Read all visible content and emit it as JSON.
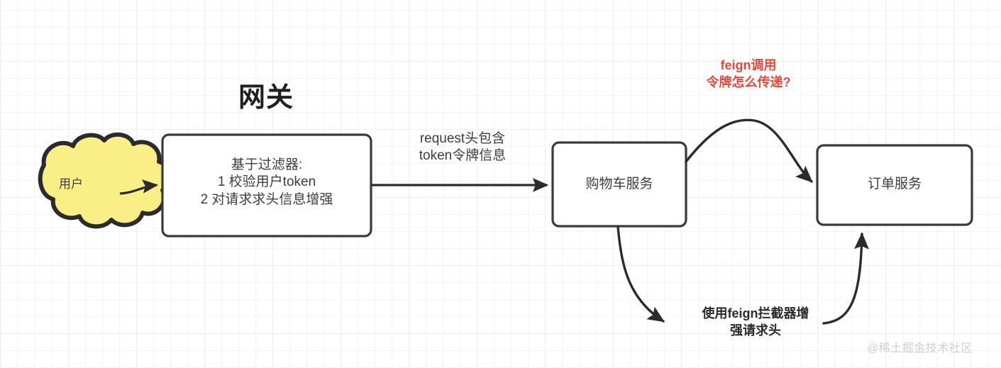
{
  "diagram": {
    "title_gateway": "网关",
    "nodes": {
      "user_cloud": "用户",
      "gateway_box": "基于过滤器:\n1 校验用户token\n2 对请求求头信息增强",
      "cart_service": "购物车服务",
      "order_service": "订单服务"
    },
    "edge_labels": {
      "request_header": "request头包含\ntoken令牌信息",
      "feign_question": "feign调用\n令牌怎么传递?",
      "feign_interceptor": "使用feign拦截器增\n强请求头"
    },
    "watermark": "@稀土掘金技术社区",
    "colors": {
      "cloud_fill": "#f9ef86",
      "stroke": "#2b2b2b",
      "box_fill": "#ffffff",
      "accent_red": "#e8483c",
      "text": "#3d3d3d",
      "grid_minor": "#f4f4f4",
      "grid_major": "#ededed",
      "watermark": "#cfcfcf"
    }
  }
}
